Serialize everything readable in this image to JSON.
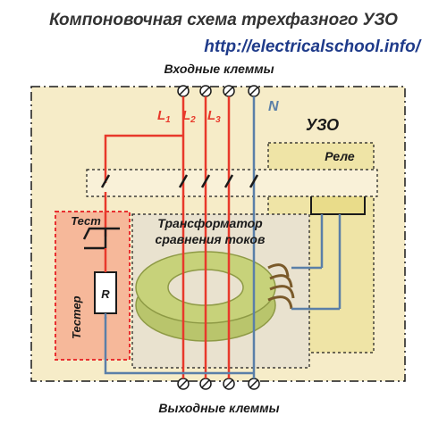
{
  "header": {
    "title": "Компоновочная схема трехфазного УЗО",
    "url": "http://electricalschool.info/"
  },
  "labels": {
    "input_terminals": "Входные клеммы",
    "output_terminals": "Выходные клеммы",
    "device": "УЗО",
    "relay": "Реле",
    "transformer_line1": "Трансформатор",
    "transformer_line2": "сравнения токов",
    "test": "Тест",
    "tester": "Тестер",
    "resistor": "R",
    "neutral": "N"
  },
  "phases": [
    {
      "letter": "L",
      "sub": "1"
    },
    {
      "letter": "L",
      "sub": "2"
    },
    {
      "letter": "L",
      "sub": "3"
    }
  ],
  "colors": {
    "phase_wire": "#e8392b",
    "neutral_wire": "#5a7fa8",
    "device_frame": "#f6ecc8",
    "tester_fill": "#f6b89a",
    "tester_border": "#e83030",
    "relay_fill": "#e9dc8a",
    "core": "#b9c56c",
    "title_blue": "#1f3b8a"
  }
}
